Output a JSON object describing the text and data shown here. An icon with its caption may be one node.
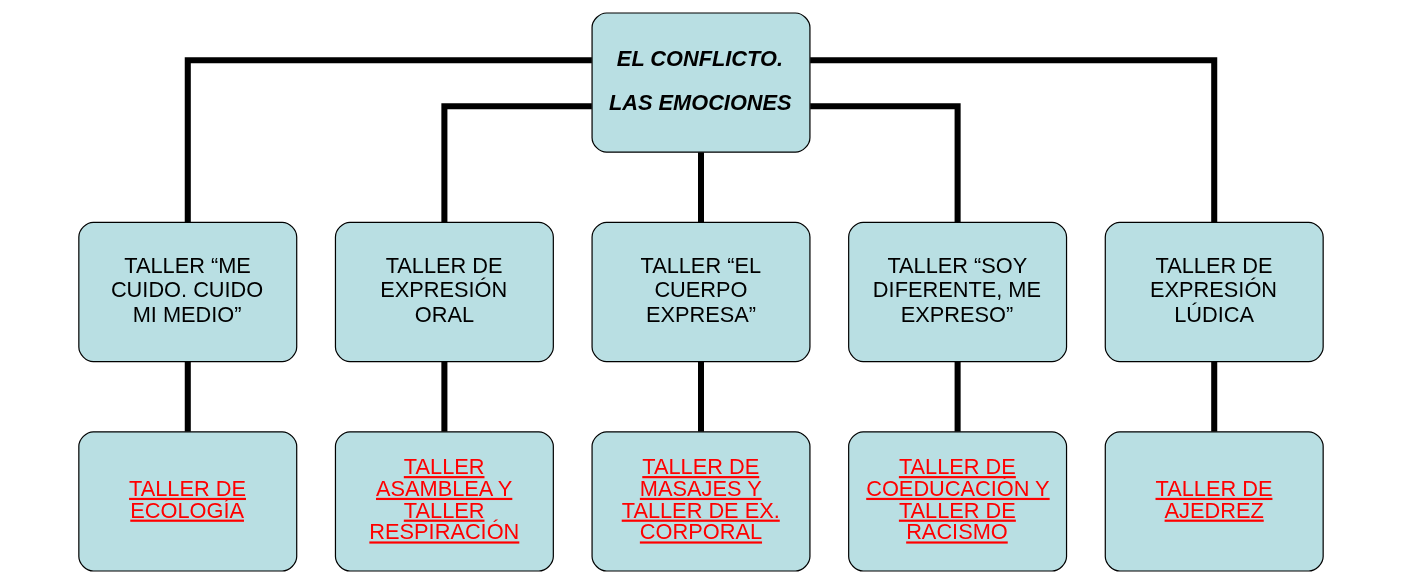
{
  "diagram": {
    "nodes": [
      {
        "text": [
          "EL CONFLICTO. LAS EMOCIONES"
        ]
      },
      {
        "text": [
          "TALLER “ME CUIDO. CUIDO MI MEDIO”"
        ]
      },
      {
        "text": [
          "TALLER DE EXPRESIÓN ORAL"
        ]
      },
      {
        "text": [
          "TALLER “EL CUERPO EXPRESA”"
        ]
      },
      {
        "text": [
          "TALLER “SOY DIFERENTE, ME EXPRESO”"
        ]
      },
      {
        "text": [
          "TALLER DE EXPRESIÓN LÚDICA"
        ]
      },
      {
        "text": [
          "TALLER DE ECOLOGÍA"
        ]
      },
      {
        "text": [
          "TALLER ASAMBLEA Y TALLER RESPIRACIÓN"
        ]
      },
      {
        "text": [
          "TALLER DE MASAJES Y TALLER DE EX. CORPORAL"
        ]
      },
      {
        "text": [
          "TALLER DE COEDUCACIÓN Y TALLER DE RACISMO"
        ]
      },
      {
        "text": [
          "TALLER DE AJEDREZ"
        ]
      }
    ],
    "edges": [
      {
        "from": 0,
        "to": 1,
        "arrow": "none"
      },
      {
        "from": 0,
        "to": 2,
        "arrow": "none"
      },
      {
        "from": 0,
        "to": 3,
        "arrow": "none"
      },
      {
        "from": 0,
        "to": 4,
        "arrow": "none"
      },
      {
        "from": 0,
        "to": 5,
        "arrow": "none"
      },
      {
        "from": 1,
        "to": 6,
        "arrow": "none"
      },
      {
        "from": 2,
        "to": 7,
        "arrow": "none"
      },
      {
        "from": 3,
        "to": 8,
        "arrow": "none"
      },
      {
        "from": 4,
        "to": 9,
        "arrow": "none"
      },
      {
        "from": 5,
        "to": 10,
        "arrow": "none"
      }
    ]
  }
}
